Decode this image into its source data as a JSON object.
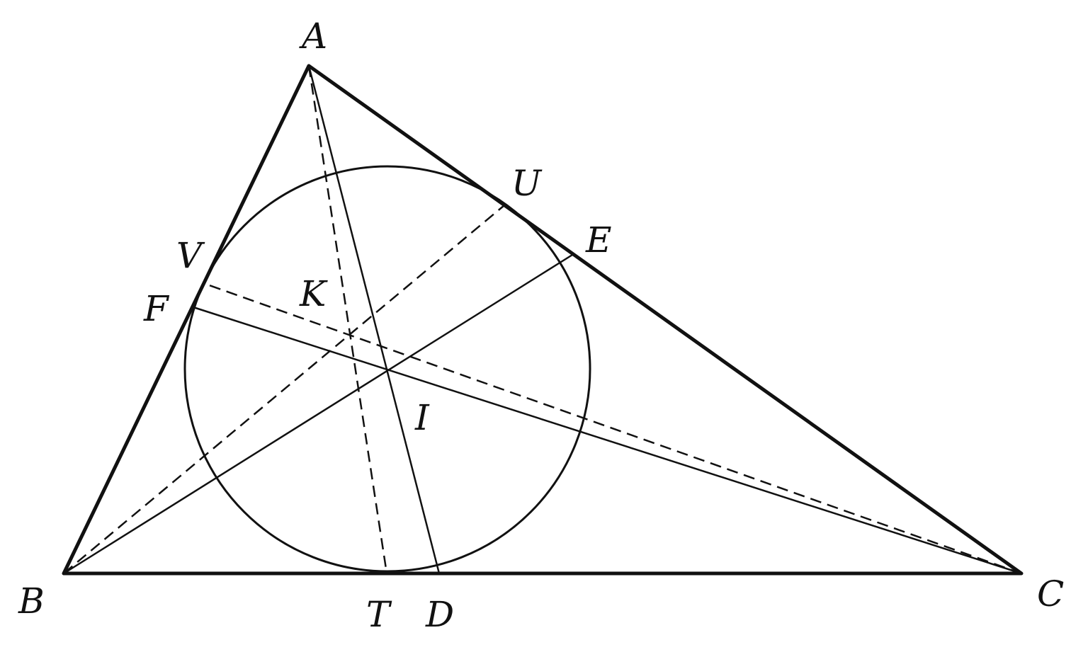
{
  "diagram": {
    "labels": {
      "A": "A",
      "B": "B",
      "C": "C",
      "D": "D",
      "E": "E",
      "F": "F",
      "I": "I",
      "K": "K",
      "T": "T",
      "U": "U",
      "V": "V"
    },
    "colors": {
      "stroke": "#111111",
      "background": "#ffffff"
    }
  }
}
